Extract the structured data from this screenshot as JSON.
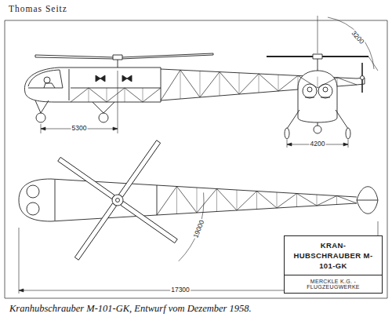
{
  "diagram": {
    "caption": "Kranhubschrauber M-101-GK, Entwurf vom Dezember 1958.",
    "nodes": [
      {
        "text": [
          "KRAN-HUBSCHRAUBER M-101-GK",
          "MERCKLE K.G. - FLUGZEUGWERKE"
        ]
      }
    ],
    "labels": [
      "Thomas Seitz",
      "3200",
      "5300",
      "4200",
      "19000",
      "17300"
    ]
  }
}
